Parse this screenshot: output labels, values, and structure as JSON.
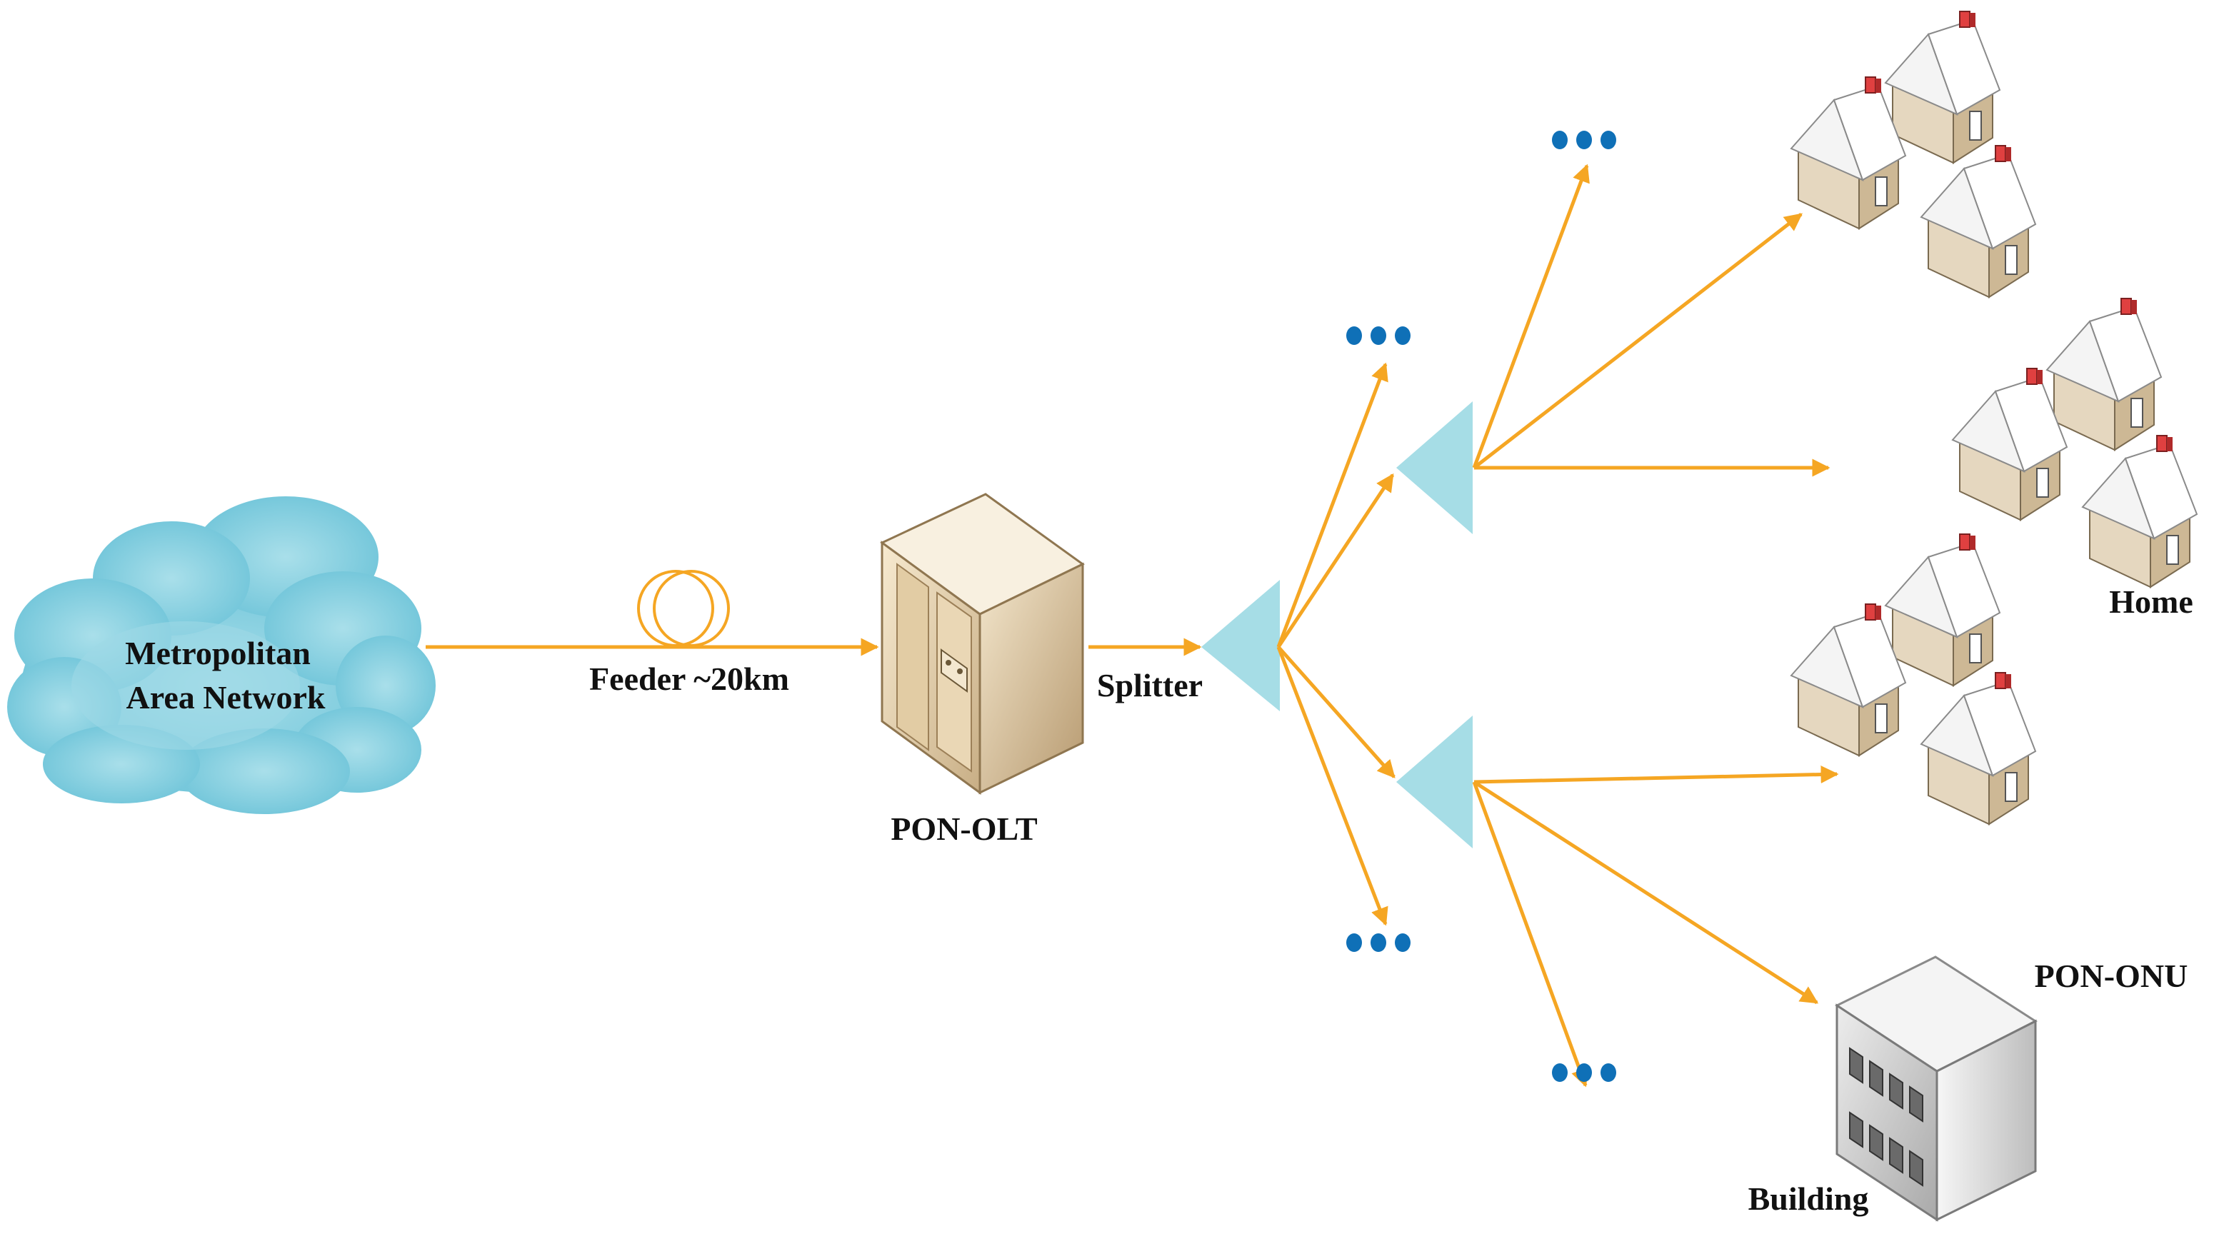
{
  "labels": {
    "cloud_line1": "Metropolitan",
    "cloud_line2": "Area Network",
    "feeder": "Feeder ~20km",
    "olt": "PON-OLT",
    "splitter": "Splitter",
    "home": "Home",
    "onu": "PON-ONU",
    "building": "Building"
  },
  "colors": {
    "fiber": "#F5A623",
    "splitter": "#A6DDE6",
    "cloud": "#7FCBDD",
    "dots": "#0F70B7",
    "server": "#E6D3B2",
    "house_roof": "#F2F2F2",
    "house_wall": "#E5D7BF",
    "chimney": "#E04040",
    "building": "#D4D4D4"
  },
  "icons": [
    "cloud-icon",
    "fiber-coil-icon",
    "server-icon",
    "splitter-icon",
    "house-icon",
    "building-icon",
    "ellipsis-icon"
  ]
}
